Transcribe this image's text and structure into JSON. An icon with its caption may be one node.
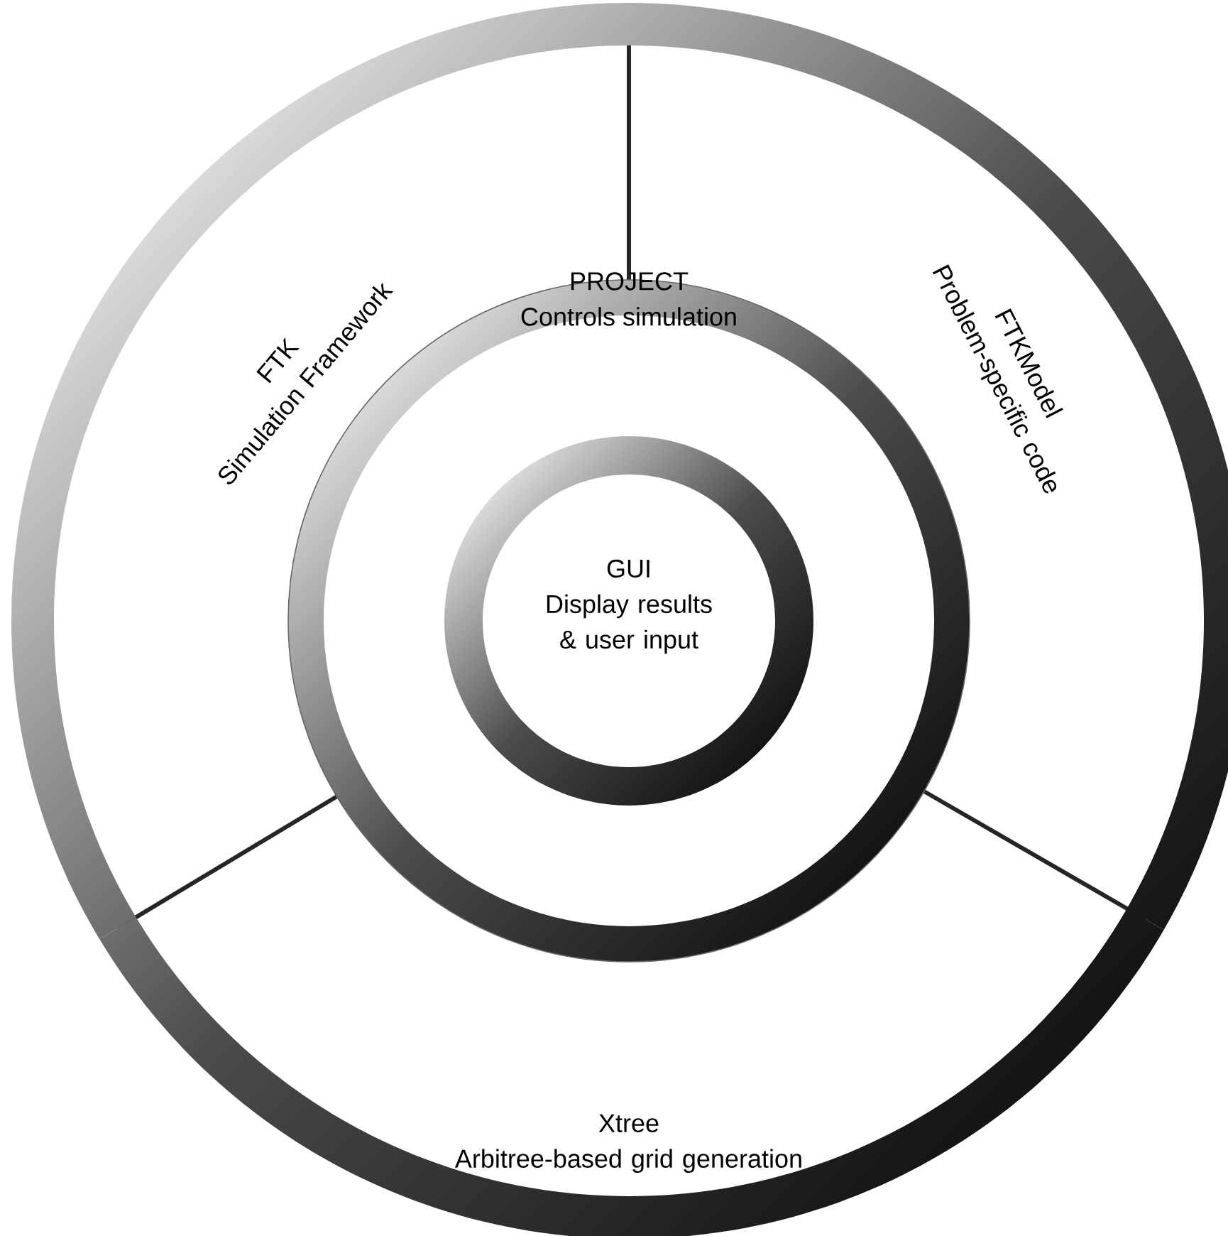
{
  "diagram": {
    "nodes": [
      {
        "text": [
          "FTK",
          "Simulation Framework"
        ]
      },
      {
        "text": [
          "FTKModel",
          "Problem-specific code"
        ]
      },
      {
        "text": [
          "Xtree",
          "Arbitree-based grid generation"
        ]
      },
      {
        "text": [
          "PROJECT",
          "Controls simulation"
        ]
      },
      {
        "text": [
          "GUI",
          "Display results & user input"
        ],
        "in": 3
      }
    ]
  }
}
